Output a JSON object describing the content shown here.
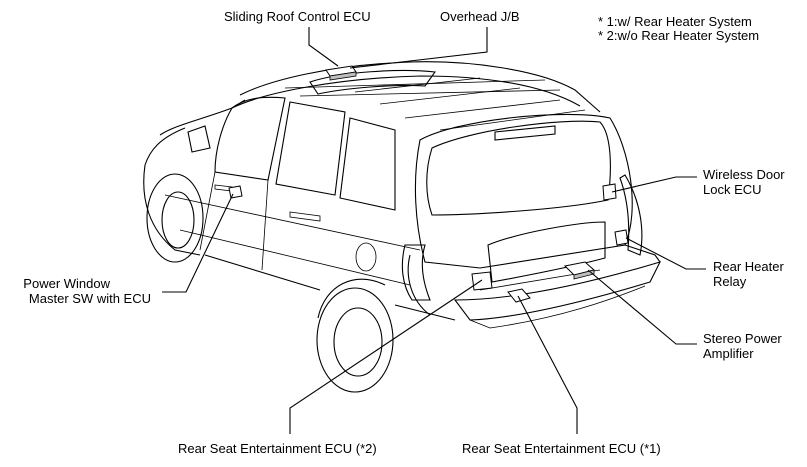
{
  "footnotes": {
    "note1": "* 1:w/ Rear Heater System",
    "note2": "* 2:w/o Rear Heater System"
  },
  "callouts": {
    "sliding_roof": "Sliding Roof Control ECU",
    "overhead_jb": "Overhead J/B",
    "wireless_door_1": "Wireless Door",
    "wireless_door_2": "Lock ECU",
    "rear_heater_1": "Rear Heater",
    "rear_heater_2": "Relay",
    "stereo_1": "Stereo Power",
    "stereo_2": "Amplifier",
    "power_window_1": "Power Window",
    "power_window_2": "Master SW with ECU",
    "rse2": "Rear Seat Entertainment ECU (*2)",
    "rse1": "Rear Seat Entertainment ECU (*1)"
  }
}
